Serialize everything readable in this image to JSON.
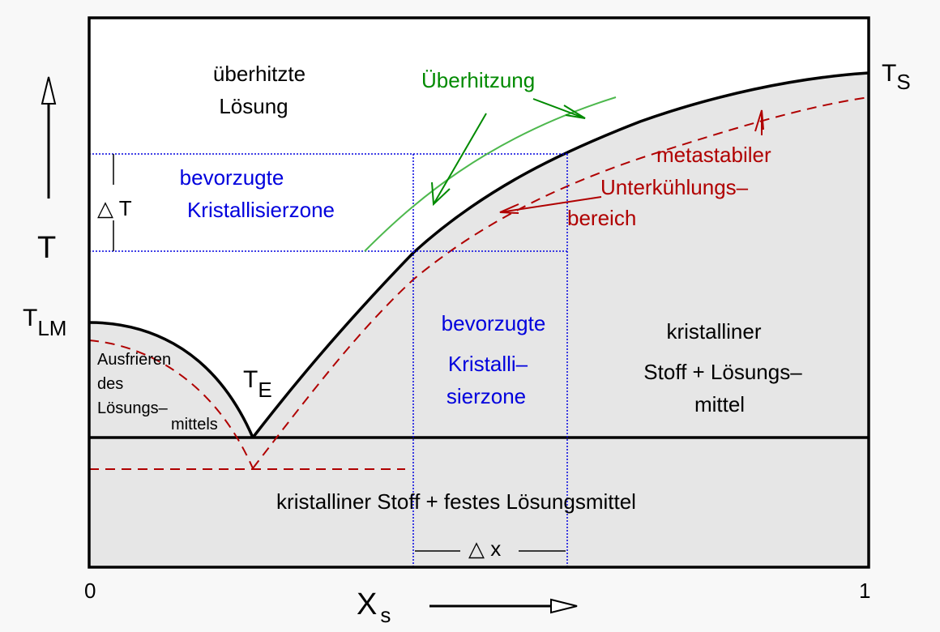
{
  "axes": {
    "x_label": "X",
    "x_label_sub": "s",
    "x_min": "0",
    "x_max": "1",
    "y_label": "T"
  },
  "temperatures": {
    "t_lm": "T",
    "t_lm_sub": "LM",
    "t_e": "T",
    "t_e_sub": "E",
    "t_s": "T",
    "t_s_sub": "S"
  },
  "regions": {
    "overheated_1": "überhitzte",
    "overheated_2": "Lösung",
    "pref_zone_t_1": "bevorzugte",
    "pref_zone_t_2": "Kristallisierzone",
    "pref_zone_x_1": "bevorzugte",
    "pref_zone_x_2": "Kristalli–",
    "pref_zone_x_3": "sierzone",
    "crystalline_1": "kristalliner",
    "crystalline_2": "Stoff + Lösungs–",
    "crystalline_3": "mittel",
    "freeze_1": "Ausfrieren",
    "freeze_2": "des",
    "freeze_3": "Lösungs–",
    "freeze_4": "mittels",
    "bottom": "kristalliner Stoff + festes Lösungsmittel"
  },
  "annotations": {
    "overheating": "Überhitzung",
    "metastable_1": "metastabiler",
    "metastable_2": "Unterkühlungs–",
    "metastable_3": "bereich",
    "delta_t": "△ T",
    "delta_x": "△ x"
  },
  "colors": {
    "blue": "#0000dd",
    "green": "#008a00",
    "red": "#b00000",
    "fill": "#e6e6e6"
  }
}
